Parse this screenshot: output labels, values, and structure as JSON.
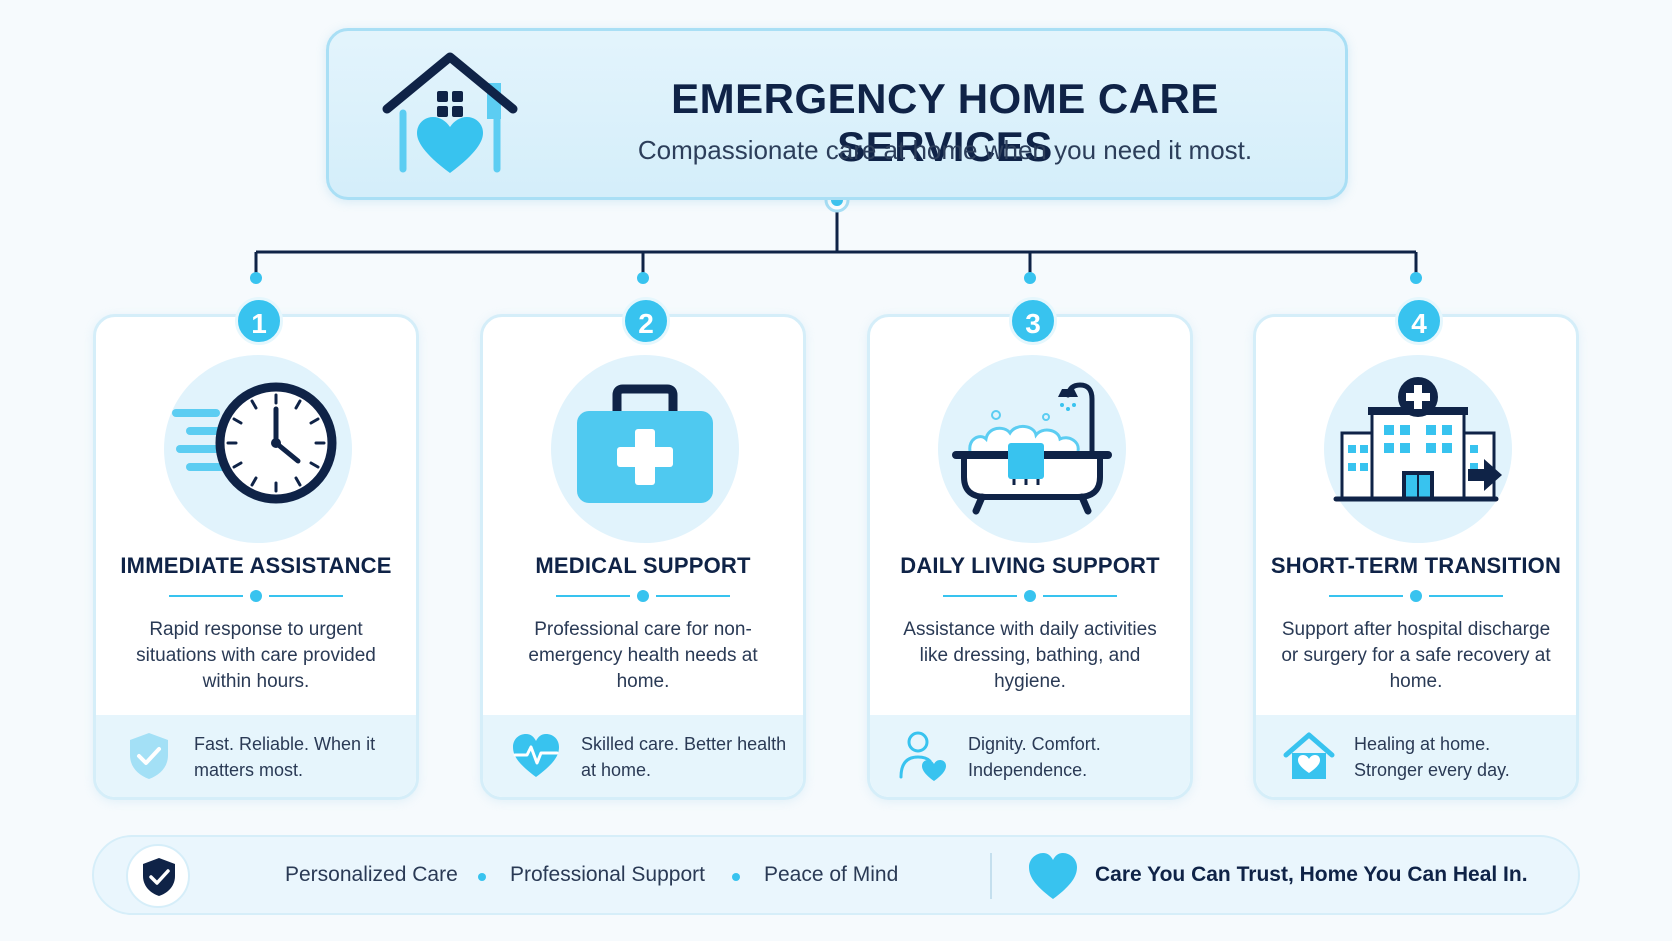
{
  "header": {
    "title": "EMERGENCY HOME CARE SERVICES",
    "subtitle": "Compassionate care at home when you need it most."
  },
  "services": [
    {
      "number": "1",
      "title": "IMMEDIATE ASSISTANCE",
      "description": "Rapid response to urgent situations with care provided within hours.",
      "footer_text": "Fast. Reliable. When it matters most.",
      "icon": "clock-icon",
      "footer_icon": "shield-check-icon"
    },
    {
      "number": "2",
      "title": "MEDICAL SUPPORT",
      "description": "Professional care for non-emergency health needs at home.",
      "footer_text": "Skilled care. Better health at home.",
      "icon": "medical-kit-icon",
      "footer_icon": "heartbeat-icon"
    },
    {
      "number": "3",
      "title": "DAILY LIVING SUPPORT",
      "description": "Assistance with daily activities like dressing, bathing, and hygiene.",
      "footer_text": "Dignity. Comfort. Independence.",
      "icon": "bathtub-icon",
      "footer_icon": "person-heart-icon"
    },
    {
      "number": "4",
      "title": "SHORT-TERM TRANSITION",
      "description": "Support after hospital discharge or surgery for a safe recovery at home.",
      "footer_text": "Healing at home. Stronger every day.",
      "icon": "hospital-icon",
      "footer_icon": "home-heart-icon"
    }
  ],
  "bottom_bar": {
    "pillars": [
      "Personalized Care",
      "Professional Support",
      "Peace of Mind"
    ],
    "tagline": "Care You Can Trust, Home You Can Heal In."
  },
  "colors": {
    "navy": "#0f2347",
    "accent": "#38c3ef",
    "light_blue": "#e1f3fc",
    "border": "#d5eef9"
  }
}
